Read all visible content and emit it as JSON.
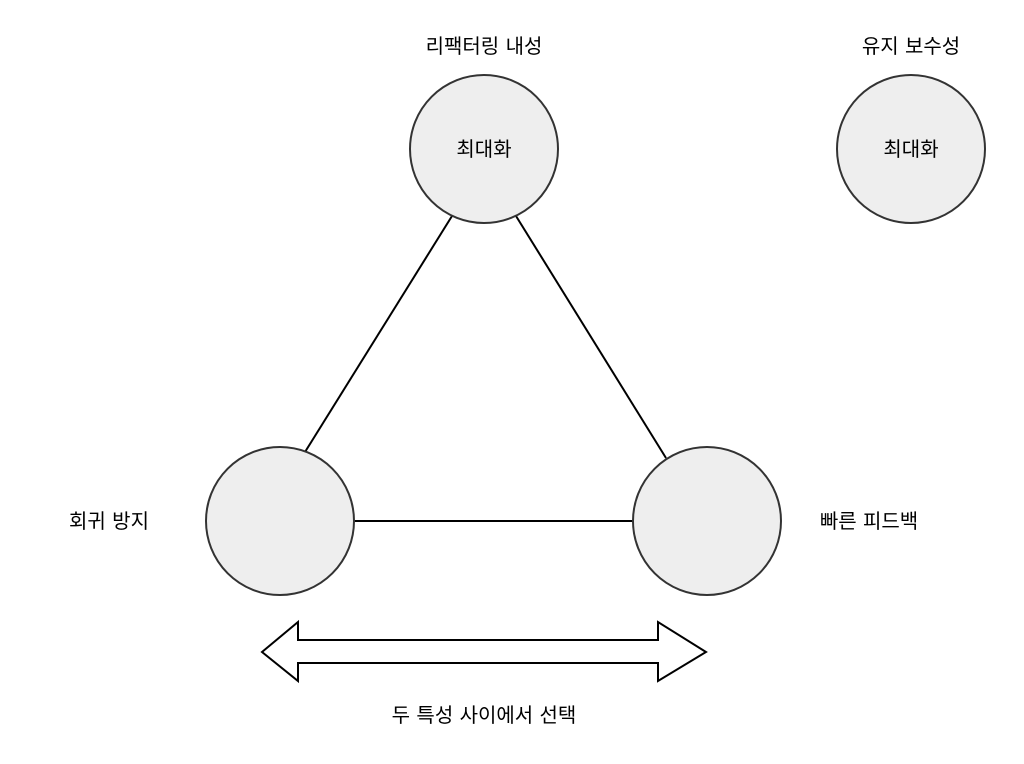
{
  "nodes": {
    "top": {
      "title": "리팩터링 내성",
      "inner": "최대화"
    },
    "left": {
      "title": "회귀 방지",
      "inner": ""
    },
    "right": {
      "title": "빠른 피드백",
      "inner": ""
    },
    "side": {
      "title": "유지 보수성",
      "inner": "최대화"
    }
  },
  "arrow": {
    "caption": "두 특성 사이에서 선택",
    "direction": "both"
  },
  "colors": {
    "node_fill": "#eeeeee",
    "node_stroke": "#333333",
    "line": "#000000",
    "background": "#ffffff"
  }
}
